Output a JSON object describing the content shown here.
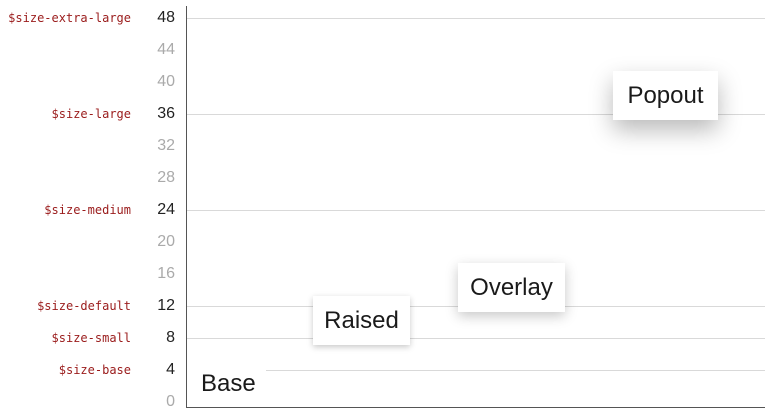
{
  "scale": {
    "levels": [
      {
        "value": 48,
        "variable": "$size-extra-large",
        "major": true
      },
      {
        "value": 44,
        "variable": "",
        "major": false
      },
      {
        "value": 40,
        "variable": "",
        "major": false
      },
      {
        "value": 36,
        "variable": "$size-large",
        "major": true
      },
      {
        "value": 32,
        "variable": "",
        "major": false
      },
      {
        "value": 28,
        "variable": "",
        "major": false
      },
      {
        "value": 24,
        "variable": "$size-medium",
        "major": true
      },
      {
        "value": 20,
        "variable": "",
        "major": false
      },
      {
        "value": 16,
        "variable": "",
        "major": false
      },
      {
        "value": 12,
        "variable": "$size-default",
        "major": true
      },
      {
        "value": 8,
        "variable": "$size-small",
        "major": true
      },
      {
        "value": 4,
        "variable": "$size-base",
        "major": true
      },
      {
        "value": 0,
        "variable": "",
        "major": false
      }
    ]
  },
  "cards": {
    "base": "Base",
    "raised": "Raised",
    "overlay": "Overlay",
    "popout": "Popout"
  },
  "colors": {
    "variable_text": "#9a1b1b",
    "major_tick": "#222222",
    "minor_tick": "#aaaaaa",
    "gridline": "#d9d9d9"
  }
}
